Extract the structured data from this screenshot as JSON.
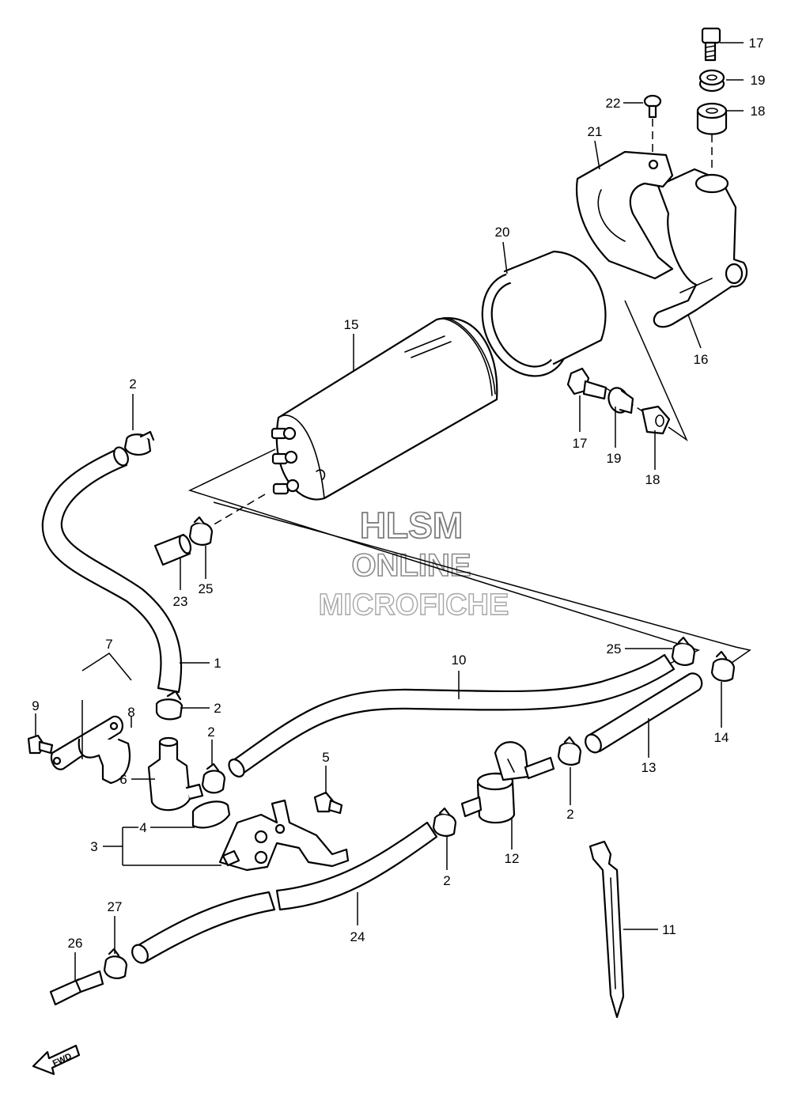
{
  "watermark": {
    "line1": "HLSM",
    "line2": "ONLINE",
    "line3": "MICROFICHE"
  },
  "direction_arrow": {
    "label": "FWD",
    "icon": "fwd-arrow-icon"
  },
  "callouts": {
    "c1": "1",
    "c2a": "2",
    "c2b": "2",
    "c2c": "2",
    "c2d": "2",
    "c2e": "2",
    "c3": "3",
    "c4": "4",
    "c5": "5",
    "c6": "6",
    "c7": "7",
    "c8": "8",
    "c9": "9",
    "c10": "10",
    "c11": "11",
    "c12": "12",
    "c13": "13",
    "c14": "14",
    "c15": "15",
    "c16": "16",
    "c17a": "17",
    "c17b": "17",
    "c18a": "18",
    "c18b": "18",
    "c19a": "19",
    "c19b": "19",
    "c20": "20",
    "c21": "21",
    "c22": "22",
    "c23": "23",
    "c24": "24",
    "c25a": "25",
    "c25b": "25",
    "c26": "26",
    "c27": "27"
  }
}
